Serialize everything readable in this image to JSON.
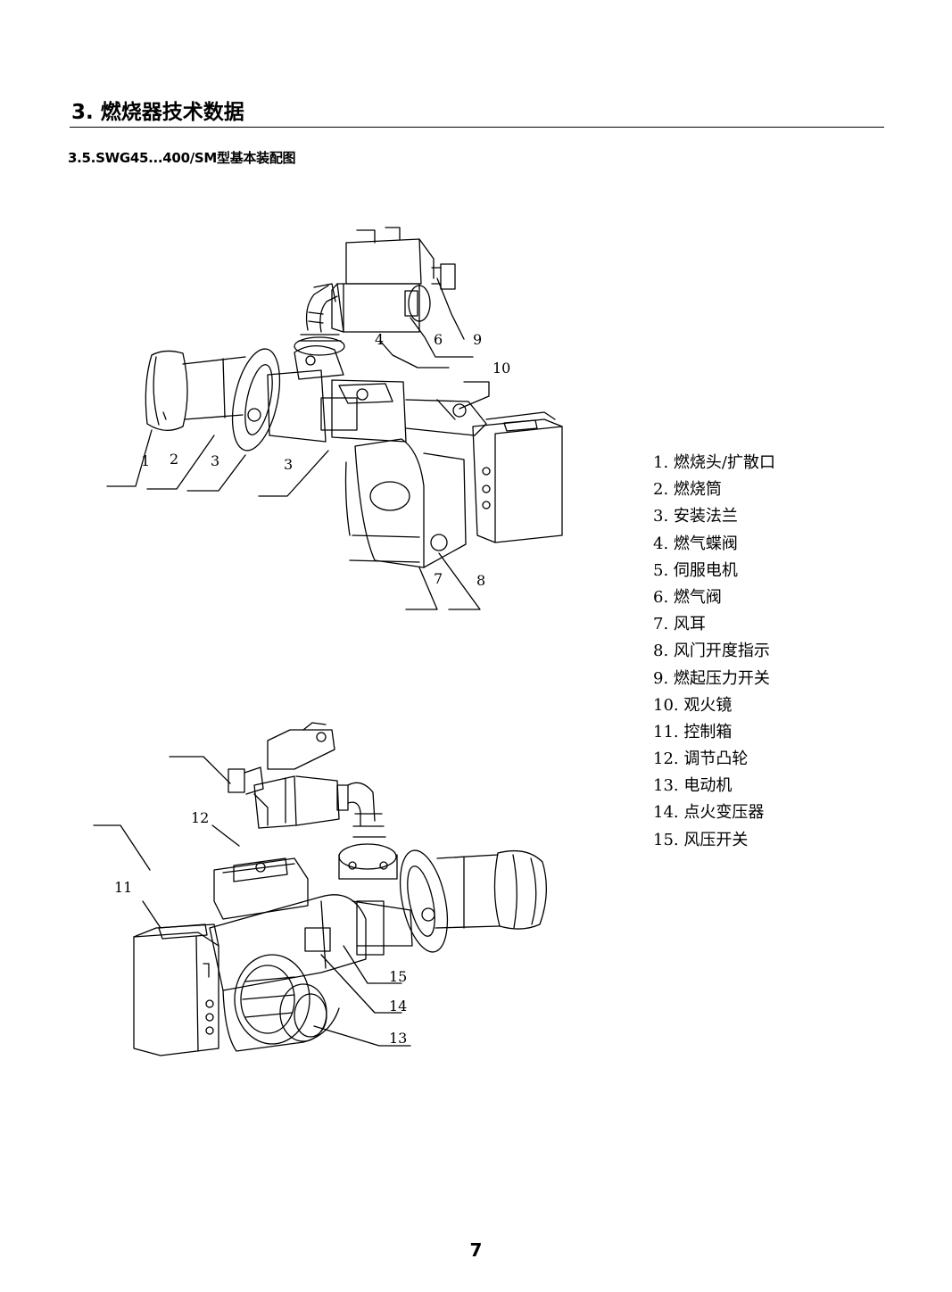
{
  "heading": {
    "section_title": "3.  燃烧器技术数据",
    "subsection_title": "3.5.SWG45...400/SM型基本装配图"
  },
  "figure_top": {
    "callouts": [
      "1",
      "2",
      "3",
      "3",
      "4",
      "6",
      "9",
      "10",
      "7",
      "8"
    ]
  },
  "figure_bottom": {
    "callouts": [
      "12",
      "11",
      "15",
      "14",
      "13"
    ]
  },
  "parts": [
    "1. 燃烧头/扩散口",
    "2. 燃烧筒",
    "3. 安装法兰",
    "4. 燃气蝶阀",
    "5. 伺服电机",
    "6. 燃气阀",
    "7. 风耳",
    "8. 风门开度指示",
    "9. 燃起压力开关",
    "10. 观火镜",
    "11. 控制箱",
    "12. 调节凸轮",
    "13. 电动机",
    "14. 点火变压器",
    "15. 风压开关"
  ],
  "page_number": "7"
}
